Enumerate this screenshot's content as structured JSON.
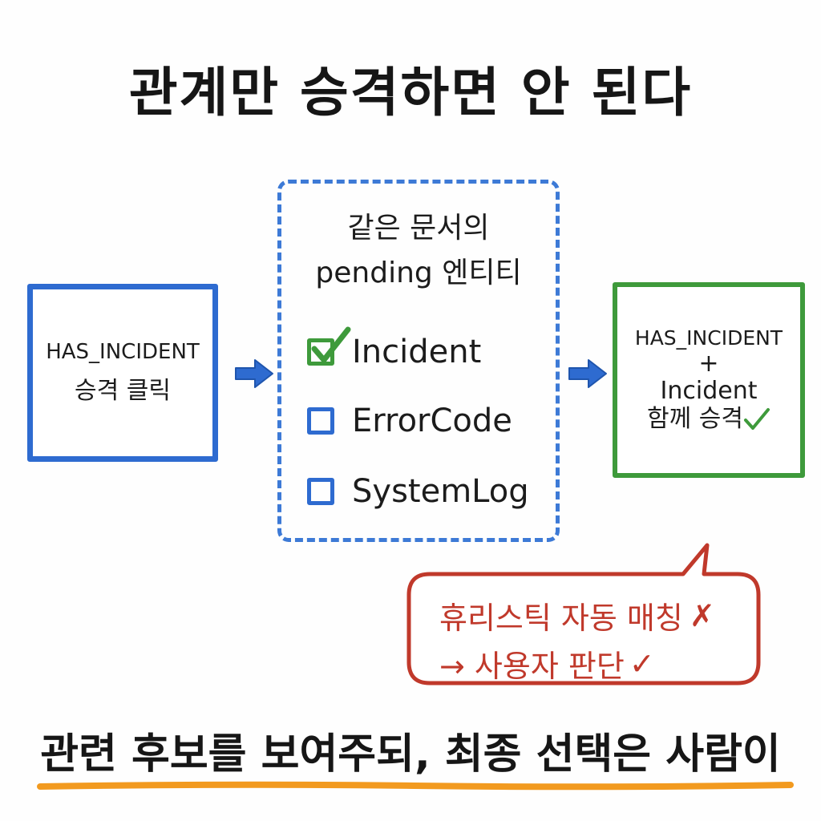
{
  "title": "관계만 승격하면 안 된다",
  "left_box": {
    "line1": "HAS_INCIDENT",
    "line2": "승격 클릭"
  },
  "middle_box": {
    "heading_line1": "같은 문서의",
    "heading_line2": "pending 엔티티",
    "items": [
      {
        "label": "Incident",
        "checked": true
      },
      {
        "label": "ErrorCode",
        "checked": false
      },
      {
        "label": "SystemLog",
        "checked": false
      }
    ]
  },
  "right_box": {
    "line1": "HAS_INCIDENT",
    "line2": "+",
    "line3": "Incident",
    "line4": "함께 승격"
  },
  "callout": {
    "line1": "휴리스틱 자동 매칭",
    "line1_mark": "✗",
    "line2": "→ 사용자 판단",
    "line2_mark": "✓"
  },
  "footer": "관련 후보를 보여주되, 최종 선택은 사람이",
  "colors": {
    "blue": "#2e6bd0",
    "green": "#3e9a3b",
    "red": "#c0392b",
    "orange": "#f29a1f"
  },
  "icons": [
    "arrow-right-icon",
    "checkbox-checked-icon",
    "checkbox-empty-icon",
    "checkmark-icon",
    "cross-icon"
  ]
}
